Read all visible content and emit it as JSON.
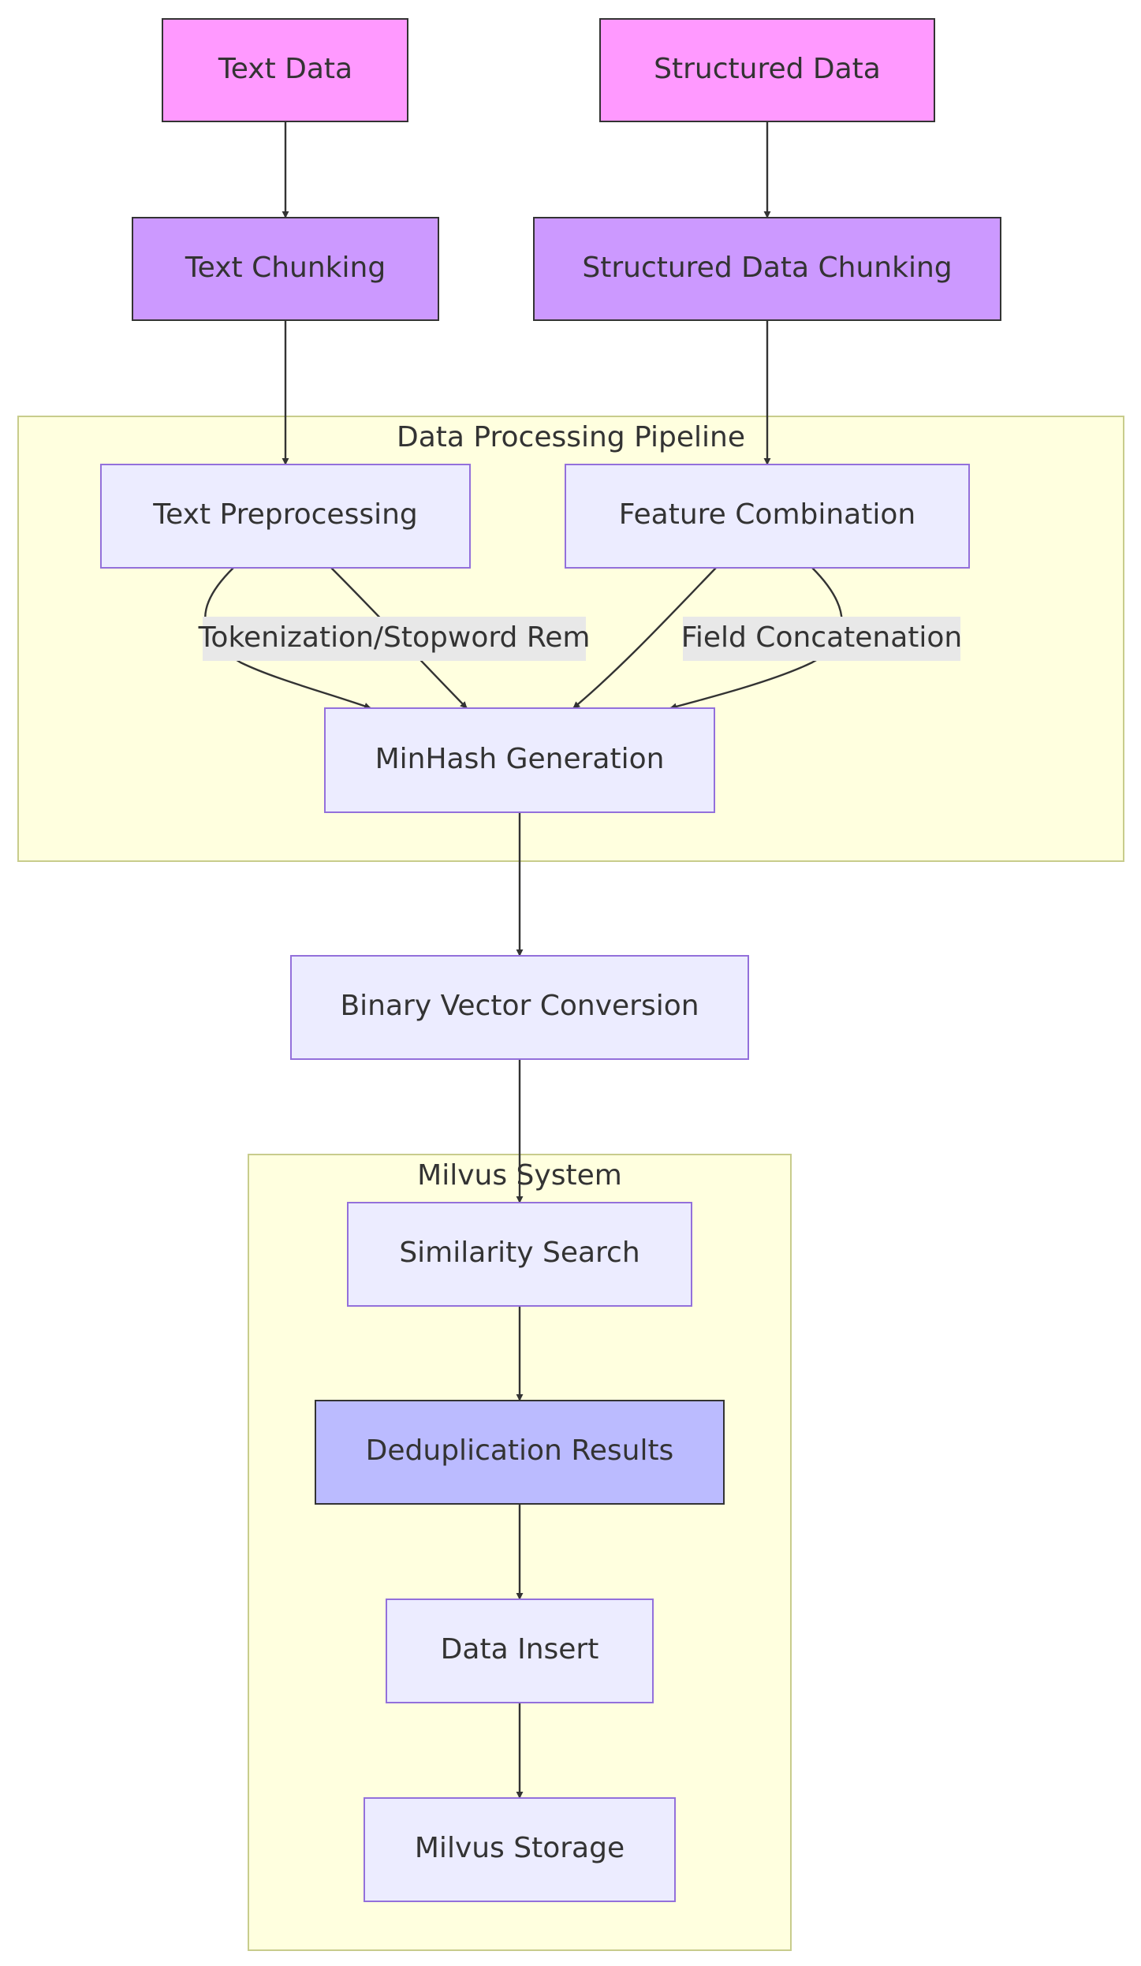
{
  "diagram": {
    "clusters": {
      "pipeline": {
        "label": "Data Processing Pipeline",
        "fill": "#ffffdf",
        "stroke": "#c8cc8c"
      },
      "milvus": {
        "label": "Milvus System",
        "fill": "#ffffdf",
        "stroke": "#c8cc8c"
      }
    },
    "nodes": {
      "text_data": {
        "label": "Text Data",
        "fill": "#ff99ff",
        "stroke": "#333333"
      },
      "structured_data": {
        "label": "Structured Data",
        "fill": "#ff99ff",
        "stroke": "#333333"
      },
      "text_chunking": {
        "label": "Text Chunking",
        "fill": "#cc99ff",
        "stroke": "#333333"
      },
      "structured_chunking": {
        "label": "Structured Data Chunking",
        "fill": "#cc99ff",
        "stroke": "#333333"
      },
      "text_preprocessing": {
        "label": "Text Preprocessing",
        "fill": "#ececff",
        "stroke": "#9370db"
      },
      "feature_combination": {
        "label": "Feature Combination",
        "fill": "#ececff",
        "stroke": "#9370db"
      },
      "minhash_generation": {
        "label": "MinHash Generation",
        "fill": "#ececff",
        "stroke": "#9370db"
      },
      "binary_vector_conversion": {
        "label": "Binary Vector Conversion",
        "fill": "#ececff",
        "stroke": "#9370db"
      },
      "similarity_search": {
        "label": "Similarity Search",
        "fill": "#ececff",
        "stroke": "#9370db"
      },
      "deduplication_results": {
        "label": "Deduplication Results",
        "fill": "#bbbbff",
        "stroke": "#333333"
      },
      "data_insert": {
        "label": "Data Insert",
        "fill": "#ececff",
        "stroke": "#9370db"
      },
      "milvus_storage": {
        "label": "Milvus Storage",
        "fill": "#ececff",
        "stroke": "#9370db"
      }
    },
    "edge_labels": {
      "tokenization": {
        "label": "Tokenization/Stopword Rem"
      },
      "field_concatenation": {
        "label": "Field Concatenation"
      }
    },
    "edge_label_background": "#e8e8e8",
    "edge_color": "#333333"
  }
}
